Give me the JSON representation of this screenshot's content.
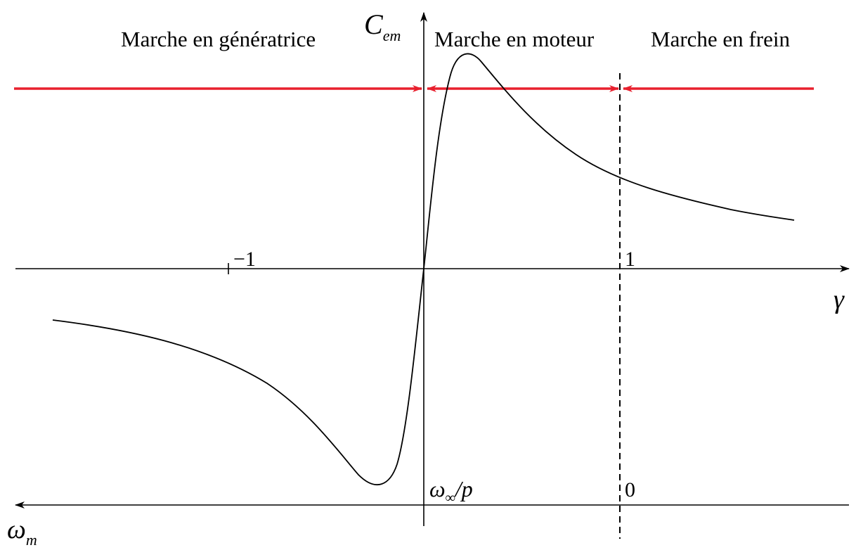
{
  "labels": {
    "y_axis_main": "C",
    "y_axis_sub": "em",
    "x_axis": "γ",
    "omega_main": "ω",
    "omega_sub": "m",
    "omega_sync_main": "ω",
    "omega_sync_sub": "∞",
    "omega_sync_rest": "/p",
    "tick_minus_one": "−1",
    "tick_one": "1",
    "tick_zero": "0"
  },
  "regions": [
    {
      "label": "Marche en génératrice"
    },
    {
      "label": "Marche en moteur"
    },
    {
      "label": "Marche en frein"
    }
  ],
  "colors": {
    "axis": "#000000",
    "curve": "#000000",
    "region_arrow": "#e8202e"
  }
}
